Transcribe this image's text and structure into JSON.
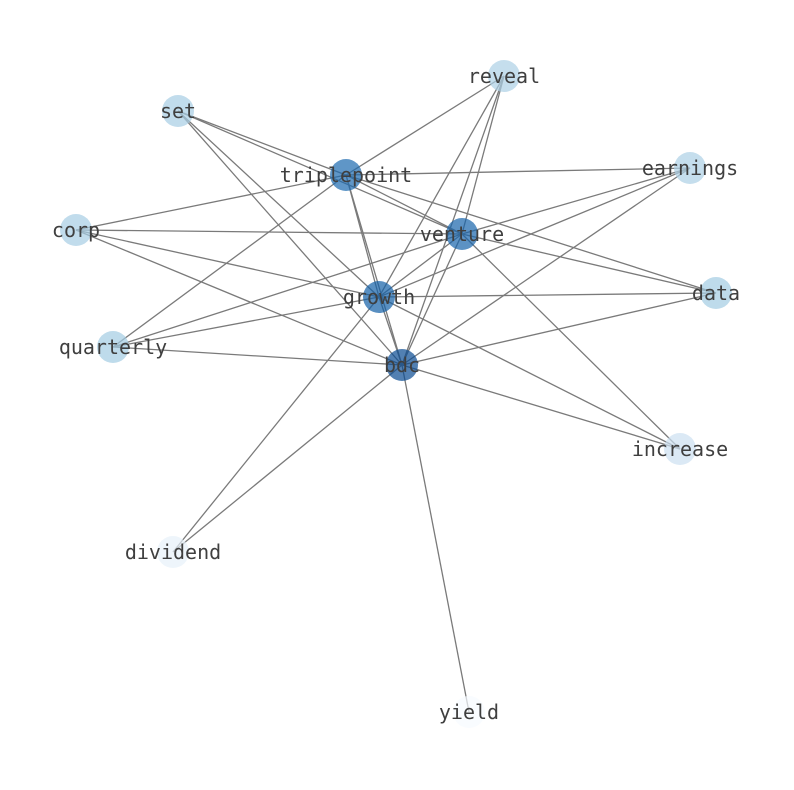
{
  "chart_data": {
    "type": "network",
    "title": "",
    "nodes": [
      {
        "id": "triplepoint",
        "label": "triplepoint",
        "weight": 0.78
      },
      {
        "id": "venture",
        "label": "venture",
        "weight": 0.8
      },
      {
        "id": "growth",
        "label": "growth",
        "weight": 0.82
      },
      {
        "id": "bdc",
        "label": "bdc",
        "weight": 0.9
      },
      {
        "id": "set",
        "label": "set",
        "weight": 0.35
      },
      {
        "id": "reveal",
        "label": "reveal",
        "weight": 0.33
      },
      {
        "id": "earnings",
        "label": "earnings",
        "weight": 0.33
      },
      {
        "id": "corp",
        "label": "corp",
        "weight": 0.35
      },
      {
        "id": "data",
        "label": "data",
        "weight": 0.36
      },
      {
        "id": "quarterly",
        "label": "quarterly",
        "weight": 0.36
      },
      {
        "id": "increase",
        "label": "increase",
        "weight": 0.22
      },
      {
        "id": "dividend",
        "label": "dividend",
        "weight": 0.08
      },
      {
        "id": "yield",
        "label": "yield",
        "weight": 0.0
      }
    ],
    "edges": [
      [
        "set",
        "triplepoint"
      ],
      [
        "set",
        "venture"
      ],
      [
        "set",
        "growth"
      ],
      [
        "set",
        "bdc"
      ],
      [
        "reveal",
        "triplepoint"
      ],
      [
        "reveal",
        "venture"
      ],
      [
        "reveal",
        "growth"
      ],
      [
        "reveal",
        "bdc"
      ],
      [
        "earnings",
        "triplepoint"
      ],
      [
        "earnings",
        "venture"
      ],
      [
        "earnings",
        "growth"
      ],
      [
        "earnings",
        "bdc"
      ],
      [
        "corp",
        "triplepoint"
      ],
      [
        "corp",
        "venture"
      ],
      [
        "corp",
        "growth"
      ],
      [
        "corp",
        "bdc"
      ],
      [
        "quarterly",
        "triplepoint"
      ],
      [
        "quarterly",
        "venture"
      ],
      [
        "quarterly",
        "growth"
      ],
      [
        "quarterly",
        "bdc"
      ],
      [
        "data",
        "triplepoint"
      ],
      [
        "data",
        "venture"
      ],
      [
        "data",
        "growth"
      ],
      [
        "data",
        "bdc"
      ],
      [
        "triplepoint",
        "venture"
      ],
      [
        "triplepoint",
        "growth"
      ],
      [
        "triplepoint",
        "bdc"
      ],
      [
        "venture",
        "growth"
      ],
      [
        "venture",
        "bdc"
      ],
      [
        "venture",
        "increase"
      ],
      [
        "growth",
        "bdc"
      ],
      [
        "growth",
        "increase"
      ],
      [
        "growth",
        "dividend"
      ],
      [
        "bdc",
        "increase"
      ],
      [
        "bdc",
        "dividend"
      ],
      [
        "bdc",
        "yield"
      ]
    ]
  }
}
